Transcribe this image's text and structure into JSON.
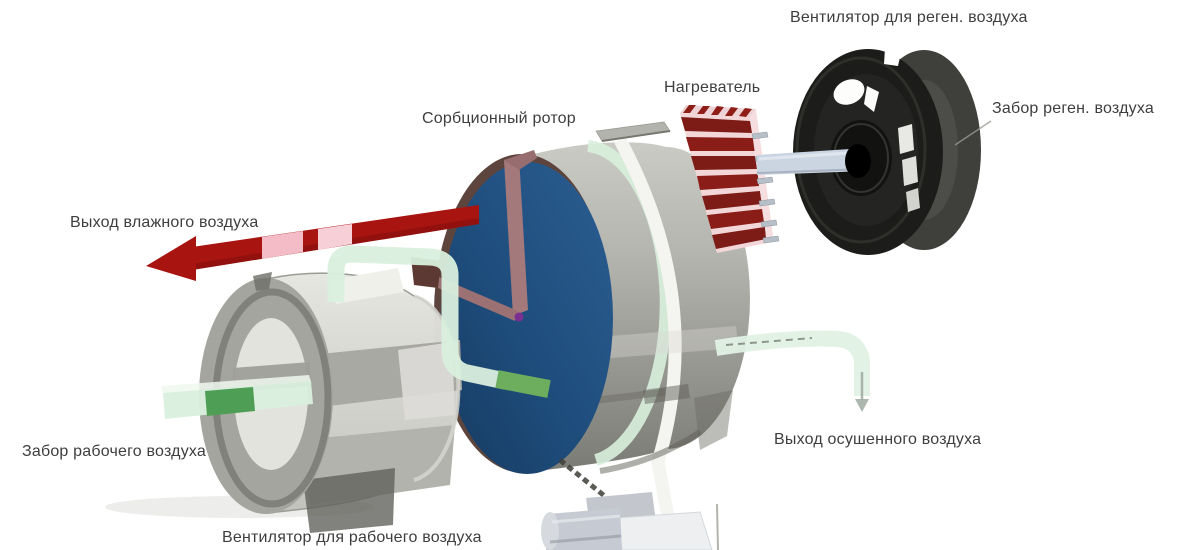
{
  "labels": {
    "regen_fan": "Вентилятор для реген. воздуха",
    "regen_intake": "Забор реген. воздуха",
    "heater": "Нагреватель",
    "sorption_rotor": "Сорбционный ротор",
    "humid_air_out": "Выход влажного воздуха",
    "work_air_intake": "Забор рабочего воздуха",
    "work_fan": "Вентилятор для рабочего воздуха",
    "dry_air_out": "Выход осушенного воздуха"
  },
  "colors": {
    "background": "#ffffff",
    "label_text": "#3e3e3e",
    "rotor_face_blue": "#1e4d7c",
    "rotor_drum_gray": "#b4b4ae",
    "flow_green_light": "#d9efdd",
    "flow_green_dark": "#4f9e55",
    "humid_air_red": "#a81410",
    "humid_air_pink": "#f3bcc6",
    "heater_red": "#7d1b17",
    "heater_pink": "#f2d6d8",
    "regen_fan_black": "#1c1c1a",
    "work_fan_gray": "#a5a59f",
    "sector_mauve": "#a3797b",
    "shaft_steel": "#cbd5e1",
    "motor_gray": "#c6cad2"
  }
}
